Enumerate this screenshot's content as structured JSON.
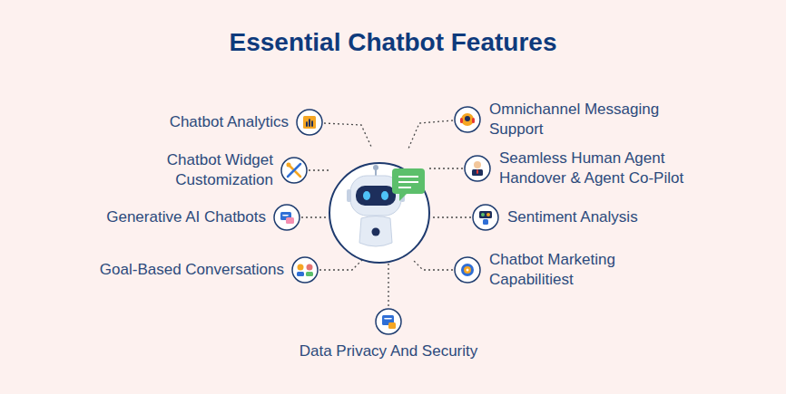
{
  "diagram": {
    "title": "Essential Chatbot Features",
    "nodes": [
      {
        "text": [
          "Chatbot Analytics"
        ]
      },
      {
        "text": [
          "Omnichannel Messaging Support"
        ]
      },
      {
        "text": [
          "Chatbot Widget Customization"
        ]
      },
      {
        "text": [
          "Seamless Human Agent Handover & Agent Co-Pilot"
        ]
      },
      {
        "text": [
          "Generative AI Chatbots"
        ]
      },
      {
        "text": [
          "Sentiment Analysis"
        ]
      },
      {
        "text": [
          "Goal-Based Conversations"
        ]
      },
      {
        "text": [
          "Chatbot Marketing Capabilitiest"
        ]
      },
      {
        "text": [
          "Data Privacy And Security"
        ]
      }
    ]
  }
}
